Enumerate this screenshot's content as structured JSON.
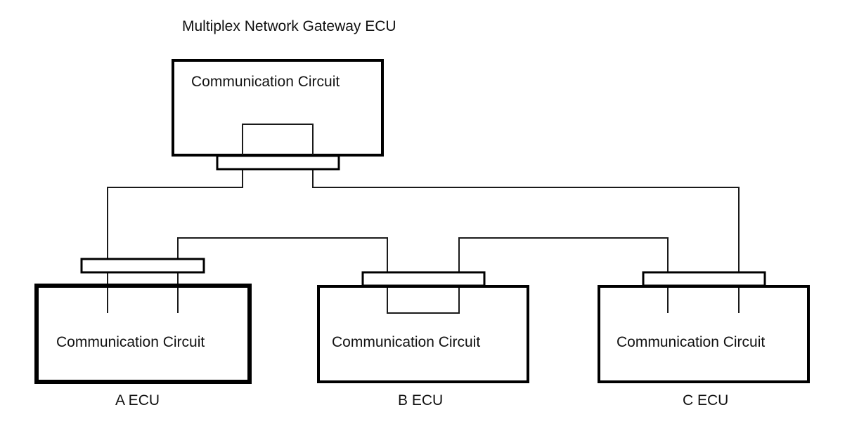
{
  "gateway": {
    "title": "Multiplex Network Gateway ECU",
    "circuit_label": "Communication Circuit"
  },
  "ecus": [
    {
      "name": "A ECU",
      "circuit_label": "Communication Circuit"
    },
    {
      "name": "B ECU",
      "circuit_label": "Communication Circuit"
    },
    {
      "name": "C ECU",
      "circuit_label": "Communication Circuit"
    }
  ]
}
